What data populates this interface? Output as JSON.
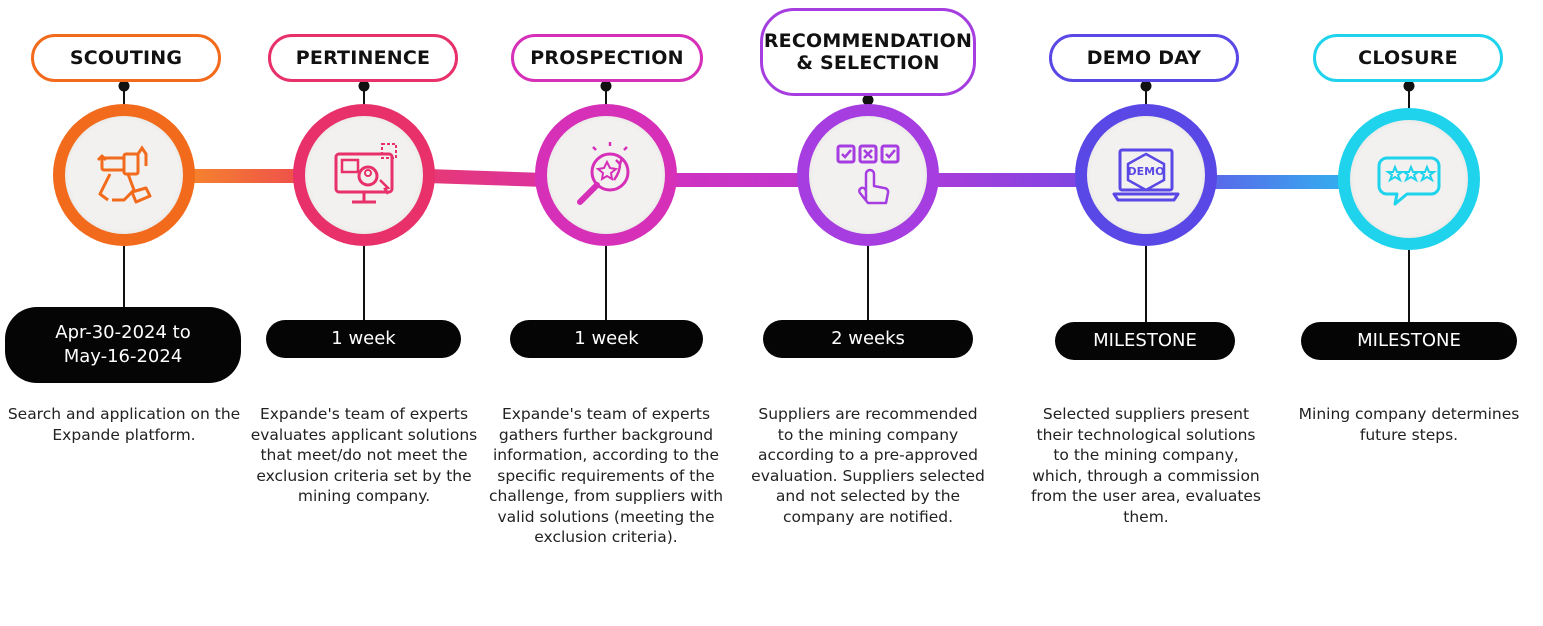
{
  "stages": [
    {
      "key": "scouting",
      "title": "SCOUTING",
      "duration": "Apr-30-2024 to\nMay-16-2024",
      "description": "Search and application on the Expande platform.",
      "color": "#f26a1b",
      "icon": "binoculars-icon"
    },
    {
      "key": "pertinence",
      "title": "PERTINENCE",
      "duration": "1 week",
      "description": "Expande's team of experts evaluates applicant solutions that meet/do not meet the exclusion criteria set by the mining company.",
      "color": "#e8306a",
      "icon": "monitor-profile-icon"
    },
    {
      "key": "prospection",
      "title": "PROSPECTION",
      "duration": "1  week",
      "description": "Expande's team of experts gathers further background information, according to the specific requirements of the challenge, from suppliers with valid solutions (meeting the exclusion criteria).",
      "color": "#d62fb8",
      "icon": "magnifier-star-icon"
    },
    {
      "key": "recommendation",
      "title": "RECOMMENDATION\n& SELECTION",
      "duration": "2 weeks",
      "description": "Suppliers are recommended to the mining company according to a pre-approved evaluation. Suppliers selected and not selected by the company are notified.",
      "color": "#a63de0",
      "icon": "checkbox-select-icon"
    },
    {
      "key": "demo-day",
      "title": "DEMO DAY",
      "duration": "MILESTONE",
      "description": "Selected suppliers present their technological solutions to the mining company, which, through a commission from the user area, evaluates them.",
      "color": "#5a48e6",
      "icon": "laptop-demo-icon"
    },
    {
      "key": "closure",
      "title": "CLOSURE",
      "duration": "MILESTONE",
      "description": "Mining company determines future steps.",
      "color": "#1fd3ec",
      "icon": "chat-stars-icon"
    }
  ]
}
